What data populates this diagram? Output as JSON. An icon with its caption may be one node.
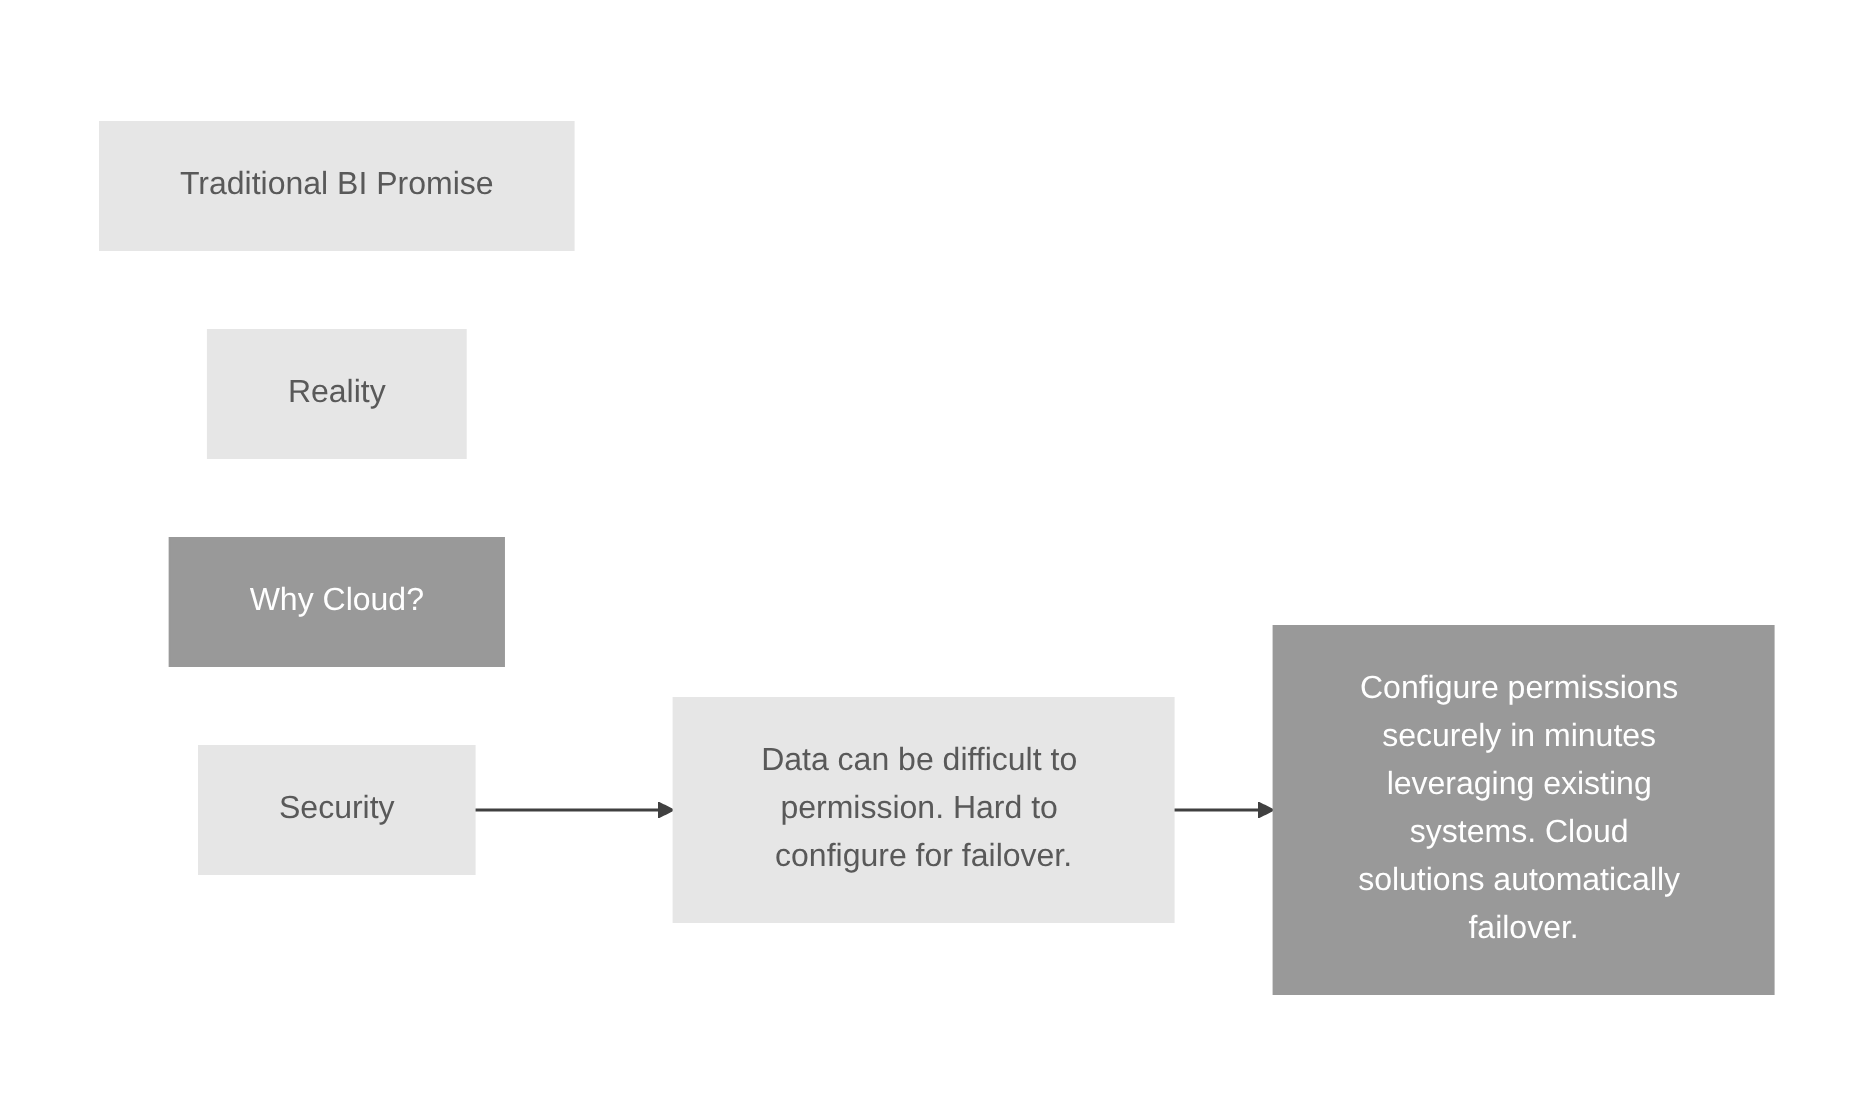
{
  "diagram": {
    "nodes": [
      {
        "text": [
          "Traditional BI Promise"
        ]
      },
      {
        "text": [
          "Reality"
        ]
      },
      {
        "text": [
          "Why Cloud?"
        ]
      },
      {
        "text": [
          "Security"
        ]
      },
      {
        "text": [
          "Data can be difficult to permission. Hard to configure for failover."
        ]
      },
      {
        "text": [
          "Configure permissions securely in minutes leveraging existing systems. Cloud solutions automatically failover."
        ]
      }
    ],
    "edges": [
      {
        "from": 3,
        "to": 4,
        "arrow": "to"
      },
      {
        "from": 4,
        "to": 5,
        "arrow": "to"
      }
    ]
  }
}
